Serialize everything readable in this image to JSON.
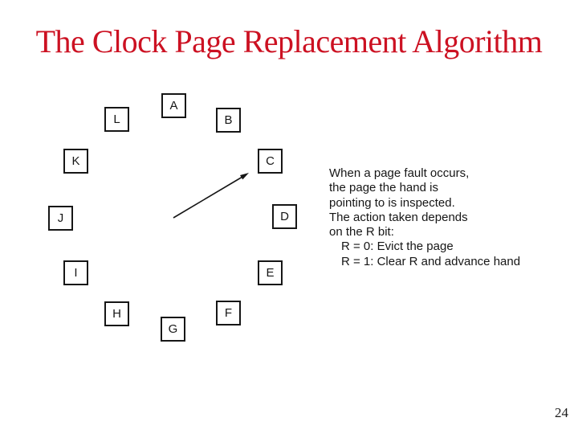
{
  "slide": {
    "title": "The Clock Page Replacement Algorithm",
    "title_color": "#cc1122",
    "page_number": "24",
    "background_color": "#ffffff",
    "text_color": "#161616"
  },
  "diagram": {
    "boxes": [
      {
        "label": "A"
      },
      {
        "label": "B"
      },
      {
        "label": "C"
      },
      {
        "label": "D"
      },
      {
        "label": "E"
      },
      {
        "label": "F"
      },
      {
        "label": "G"
      },
      {
        "label": "H"
      },
      {
        "label": "I"
      },
      {
        "label": "J"
      },
      {
        "label": "K"
      },
      {
        "label": "L"
      }
    ],
    "hand_points_to": "C"
  },
  "note": {
    "lines": [
      "When a page fault occurs,",
      "the page the hand is",
      "pointing to is inspected.",
      "The action taken depends",
      "on the R bit:",
      "R = 0: Evict the page",
      "R = 1: Clear R and advance hand"
    ]
  }
}
